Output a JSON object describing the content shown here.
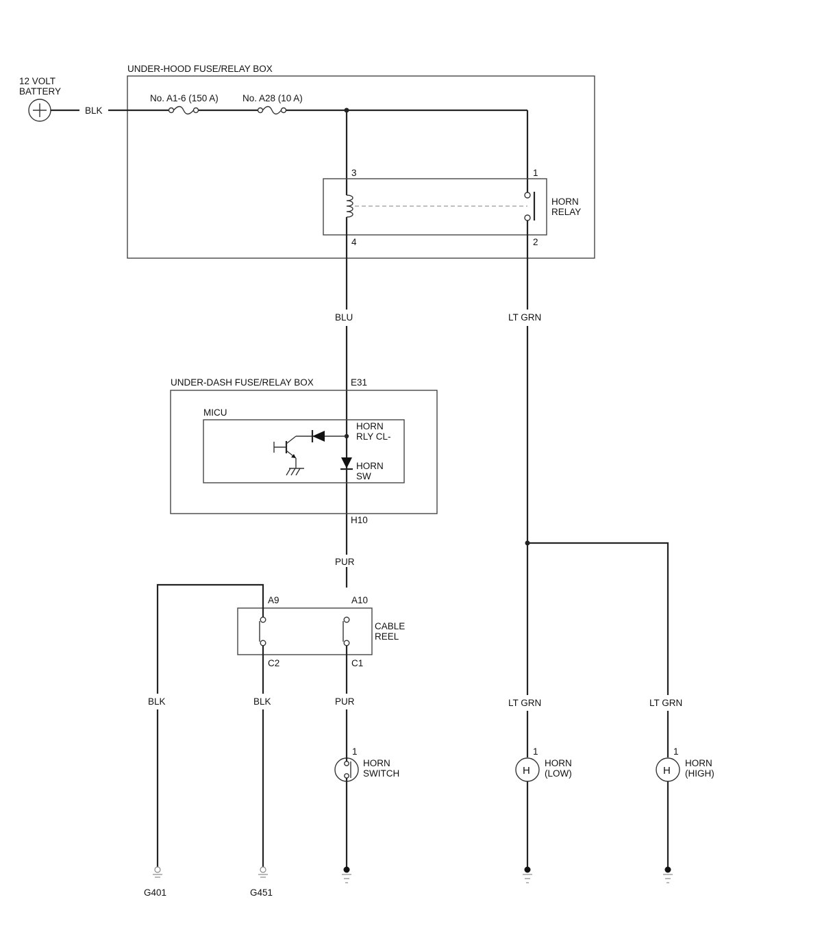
{
  "battery": {
    "label_line1": "12 VOLT",
    "label_line2": "BATTERY",
    "wire": "BLK"
  },
  "under_hood_box": {
    "title": "UNDER-HOOD FUSE/RELAY BOX",
    "fuse1": "No. A1-6 (150 A)",
    "fuse2": "No. A28 (10 A)"
  },
  "horn_relay": {
    "label_line1": "HORN",
    "label_line2": "RELAY",
    "pin_coil_top": "3",
    "pin_coil_bottom": "4",
    "pin_switch_top": "1",
    "pin_switch_bottom": "2"
  },
  "wires": {
    "relay_coil_out": "BLU",
    "relay_switch_out": "LT GRN",
    "micu_to_reel": "PUR",
    "reel_ground_left": "BLK",
    "reel_ground_c2": "BLK",
    "reel_to_switch": "PUR",
    "horn_low_wire": "LT GRN",
    "horn_high_wire": "LT GRN"
  },
  "under_dash_box": {
    "title": "UNDER-DASH FUSE/RELAY BOX",
    "connector_top": "E31",
    "connector_bottom": "H10"
  },
  "micu": {
    "title": "MICU",
    "pin_rly_line1": "HORN",
    "pin_rly_line2": "RLY CL-",
    "pin_sw_line1": "HORN",
    "pin_sw_line2": "SW"
  },
  "cable_reel": {
    "label_line1": "CABLE",
    "label_line2": "REEL",
    "pin_a9": "A9",
    "pin_a10": "A10",
    "pin_c2": "C2",
    "pin_c1": "C1"
  },
  "horn_switch": {
    "pin": "1",
    "label_line1": "HORN",
    "label_line2": "SWITCH"
  },
  "horn_low": {
    "pin": "1",
    "symbol": "H",
    "label_line1": "HORN",
    "label_line2": "(LOW)"
  },
  "horn_high": {
    "pin": "1",
    "symbol": "H",
    "label_line1": "HORN",
    "label_line2": "(HIGH)"
  },
  "grounds": {
    "g401": "G401",
    "g451": "G451"
  }
}
